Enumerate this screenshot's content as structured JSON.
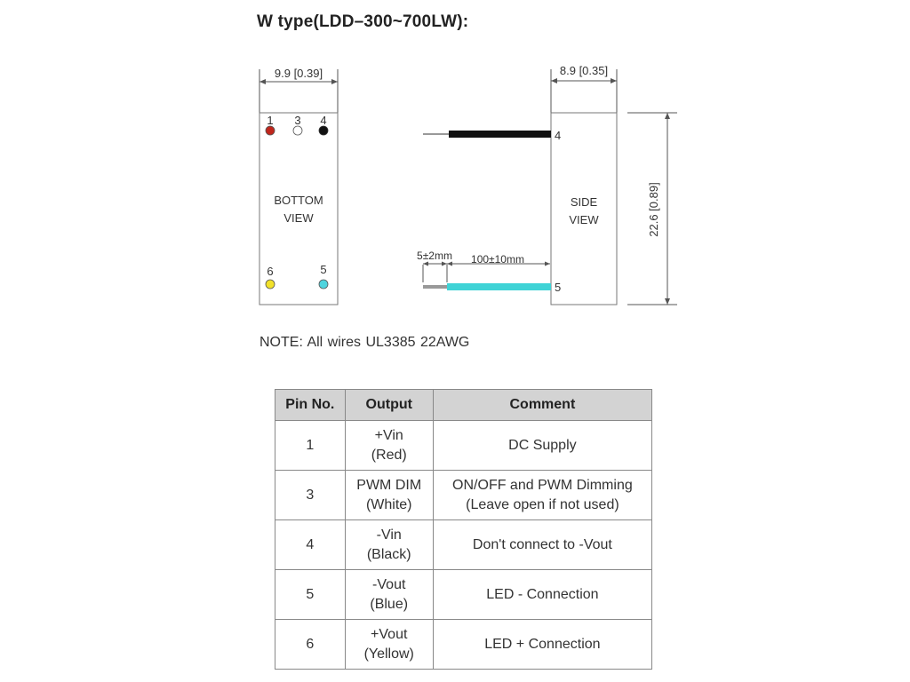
{
  "title": "W type(LDD–300~700LW):",
  "bottom_view": {
    "width_label": "9.9 [0.39]",
    "label_line1": "BOTTOM",
    "label_line2": "VIEW",
    "pins": [
      {
        "number": "1",
        "color": "#c0261c"
      },
      {
        "number": "3",
        "color": "#ffffff"
      },
      {
        "number": "4",
        "color": "#111111"
      },
      {
        "number": "6",
        "color": "#f2e12a"
      },
      {
        "number": "5",
        "color": "#4fd4de"
      }
    ]
  },
  "side_view": {
    "width_label": "8.9 [0.35]",
    "height_label": "22.6 [0.89]",
    "label_line1": "SIDE",
    "label_line2": "VIEW",
    "pin_top": "4",
    "pin_bottom": "5",
    "strip_label": "5±2mm",
    "wire_label": "100±10mm",
    "wire_colors": {
      "black": "#111111",
      "blue": "#3fd3d6",
      "strip": "#999999"
    }
  },
  "note": "NOTE:  All wires UL3385 22AWG",
  "table": {
    "headers": [
      "Pin No.",
      "Output",
      "Comment"
    ],
    "rows": [
      {
        "pin": "1",
        "output": [
          "+Vin",
          "(Red)"
        ],
        "comment": [
          "DC Supply"
        ]
      },
      {
        "pin": "3",
        "output": [
          "PWM DIM",
          "(White)"
        ],
        "comment": [
          "ON/OFF  and PWM Dimming",
          "(Leave open if not used)"
        ]
      },
      {
        "pin": "4",
        "output": [
          "-Vin",
          "(Black)"
        ],
        "comment": [
          "Don't connect to -Vout"
        ]
      },
      {
        "pin": "5",
        "output": [
          "-Vout",
          "(Blue)"
        ],
        "comment": [
          "LED -  Connection"
        ]
      },
      {
        "pin": "6",
        "output": [
          "+Vout",
          "(Yellow)"
        ],
        "comment": [
          "LED +  Connection"
        ]
      }
    ]
  }
}
